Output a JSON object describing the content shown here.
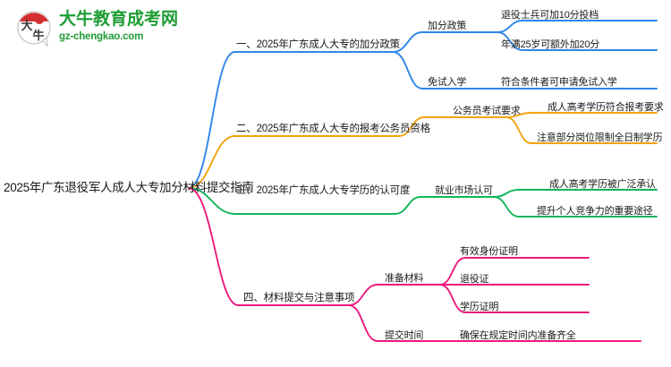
{
  "logo": {
    "mark_icon": "circular-bull-logo-icon",
    "title": "大牛教育成考网",
    "subtitle": "gz-chengkao.com",
    "brand_color": "#1d9d34",
    "mark_accent_color": "#d32f2f"
  },
  "mindmap": {
    "root": {
      "label": "2025年广东退役军人成人大专加分材料提交指南"
    },
    "branches": [
      {
        "label": "一、2025年广东成人大专的加分政策",
        "color": "#2f86e8",
        "children": [
          {
            "label": "加分政策",
            "children": [
              {
                "label": "退役士兵可加10分投档"
              },
              {
                "label": "年满25岁可额外加20分"
              }
            ]
          },
          {
            "label": "免试入学",
            "children": [
              {
                "label": "符合条件者可申请免试入学"
              }
            ]
          }
        ]
      },
      {
        "label": "二、2025年广东成人大专的报考公务员资格",
        "color": "#f2a30f",
        "children": [
          {
            "label": "公务员考试要求",
            "children": [
              {
                "label": "成人高考学历符合报考要求"
              },
              {
                "label": "注意部分岗位限制全日制学历"
              }
            ]
          }
        ]
      },
      {
        "label": "三、2025年广东成人大专学历的认可度",
        "color": "#10b65c",
        "children": [
          {
            "label": "就业市场认可",
            "children": [
              {
                "label": "成人高考学历被广泛承认"
              },
              {
                "label": "提升个人竞争力的重要途径"
              }
            ]
          }
        ]
      },
      {
        "label": "四、材料提交与注意事项",
        "color": "#ec1a7d",
        "children": [
          {
            "label": "准备材料",
            "children": [
              {
                "label": "有效身份证明"
              },
              {
                "label": "退役证"
              },
              {
                "label": "学历证明"
              }
            ]
          },
          {
            "label": "提交时间",
            "children": [
              {
                "label": "确保在规定时间内准备齐全"
              }
            ]
          }
        ]
      }
    ]
  }
}
